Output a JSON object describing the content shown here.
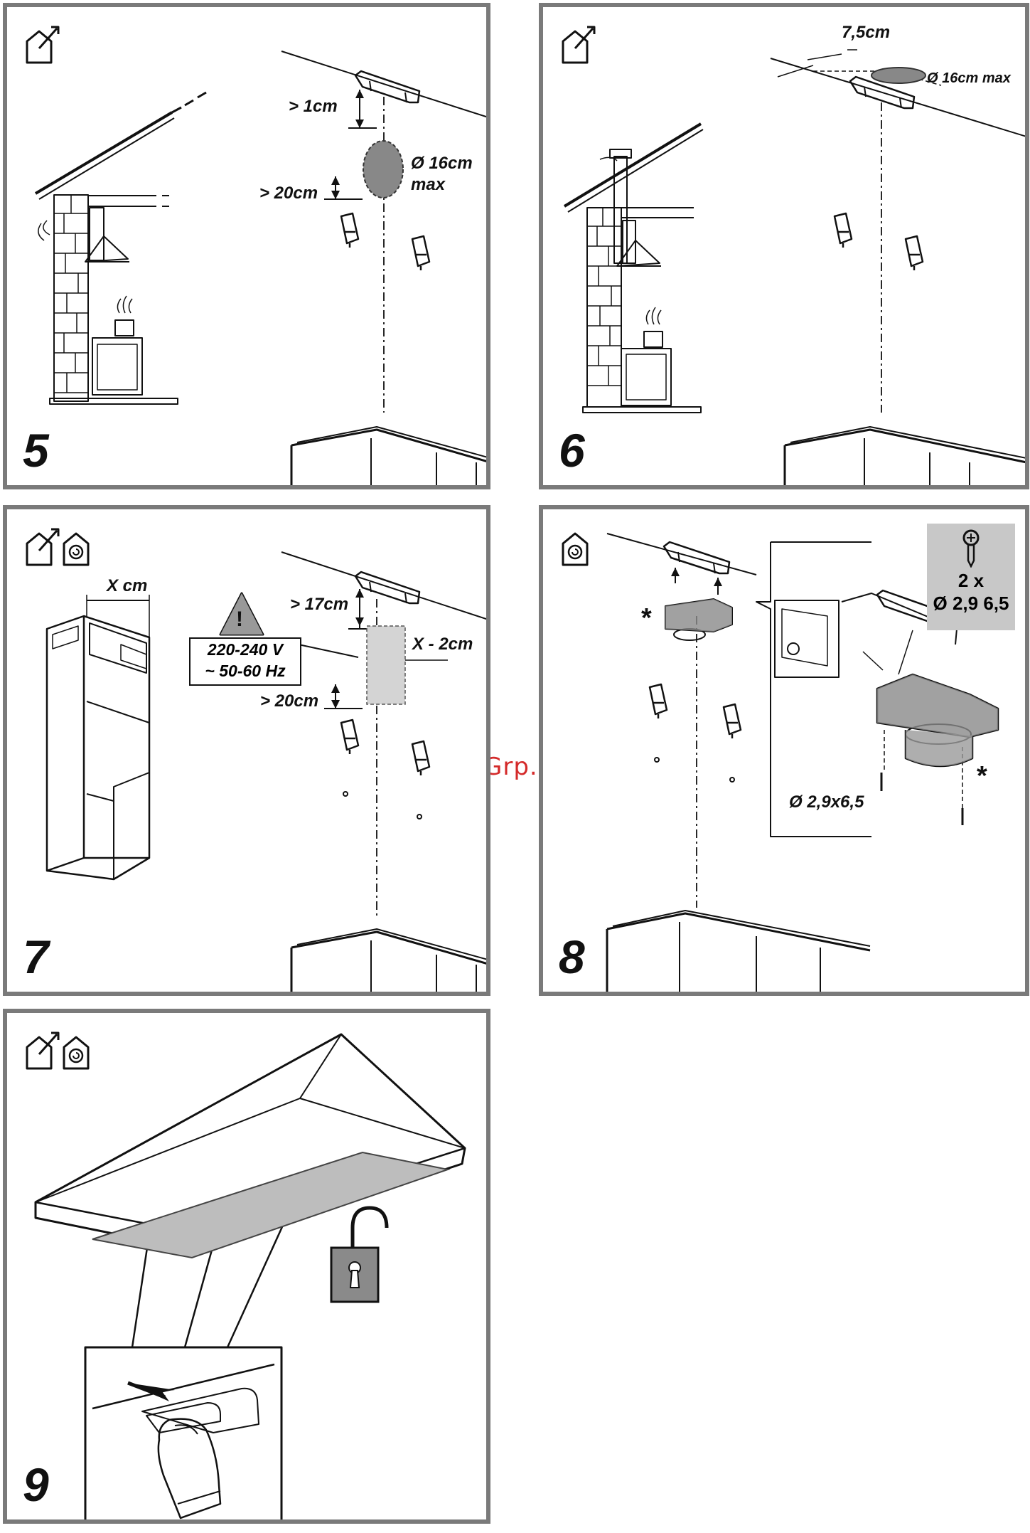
{
  "watermark": "McGrp.Ru",
  "icons": {
    "outdoor_exhaust": "house-with-exhaust-arrow-icon",
    "recirculation": "house-with-swirl-icon",
    "unlock": "open-padlock-icon"
  },
  "colors": {
    "frame": "#7a7a7a",
    "shade": "#bdbdbd",
    "watermark": "#d42a2a"
  },
  "panels": {
    "p5": {
      "step": "5",
      "gap_top": "> 1cm",
      "diameter": "Ø 16cm",
      "max": "max",
      "gap_bottom": "> 20cm"
    },
    "p6": {
      "step": "6",
      "offset": "7,5cm",
      "diameter": "Ø 16cm max"
    },
    "p7": {
      "step": "7",
      "width": "X cm",
      "gap_top": "> 17cm",
      "socket_width": "X - 2cm",
      "gap_bottom": "> 20cm",
      "voltage": "220-240 V",
      "frequency": "~ 50-60 Hz",
      "warning_symbol": "!"
    },
    "p8": {
      "step": "8",
      "asterisk": "*",
      "screw_count": "2 x",
      "screw_size": "Ø 2,9 6,5",
      "screw_label": "Ø 2,9x6,5"
    },
    "p9": {
      "step": "9"
    }
  }
}
